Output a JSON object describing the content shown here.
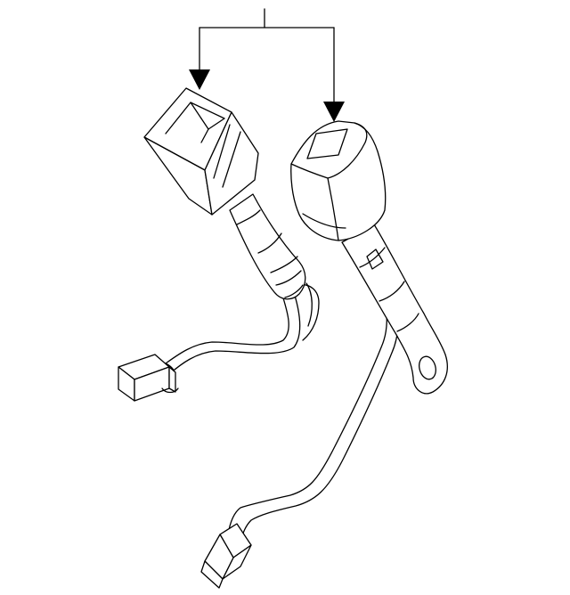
{
  "diagram": {
    "parts": [
      {
        "name": "left-seat-belt-buckle",
        "icon": "seat-belt-buckle-with-harness"
      },
      {
        "name": "right-seat-belt-buckle",
        "icon": "seat-belt-buckle-with-anchor-and-harness"
      }
    ],
    "callout": {
      "icon": "leader-line-with-two-arrows"
    },
    "colors": {
      "line": "#000000",
      "background": "#ffffff"
    }
  }
}
